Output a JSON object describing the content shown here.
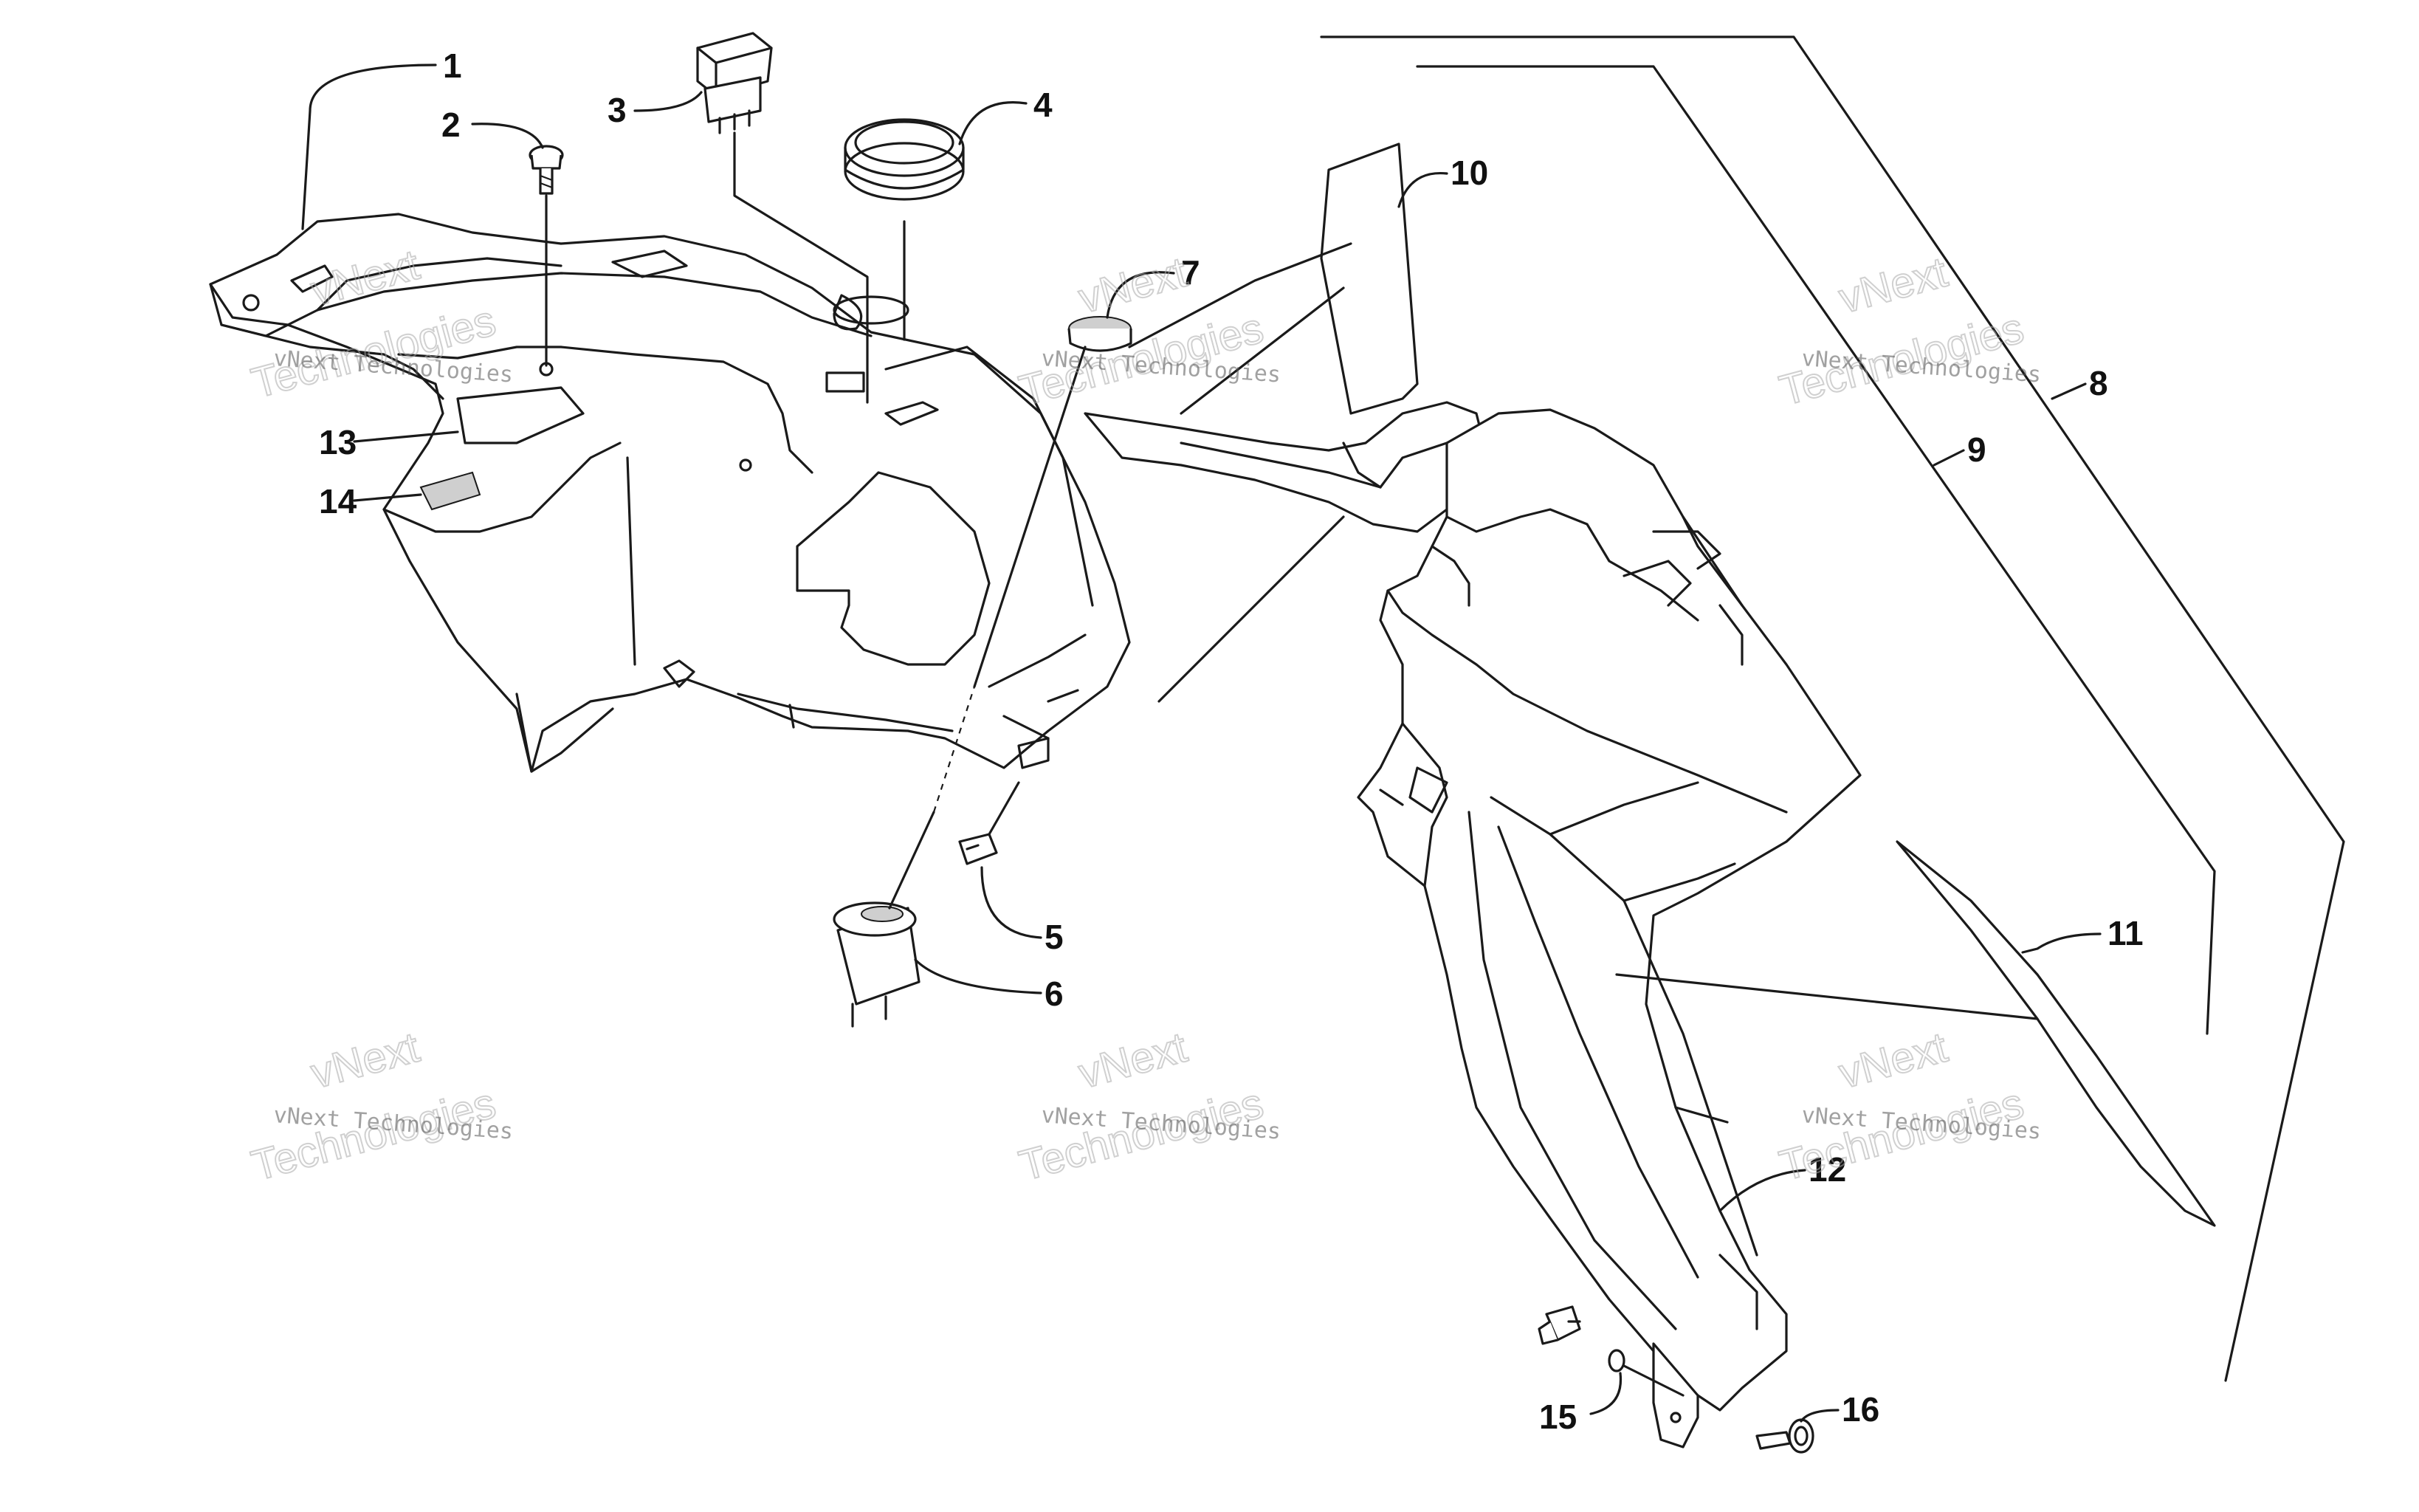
{
  "callouts": [
    "1",
    "2",
    "3",
    "4",
    "5",
    "6",
    "7",
    "8",
    "9",
    "10",
    "11",
    "12",
    "13",
    "14",
    "15",
    "16"
  ],
  "watermark": {
    "line1": "vNext",
    "line2": "vNext Technologies",
    "line3": "Technologies"
  }
}
